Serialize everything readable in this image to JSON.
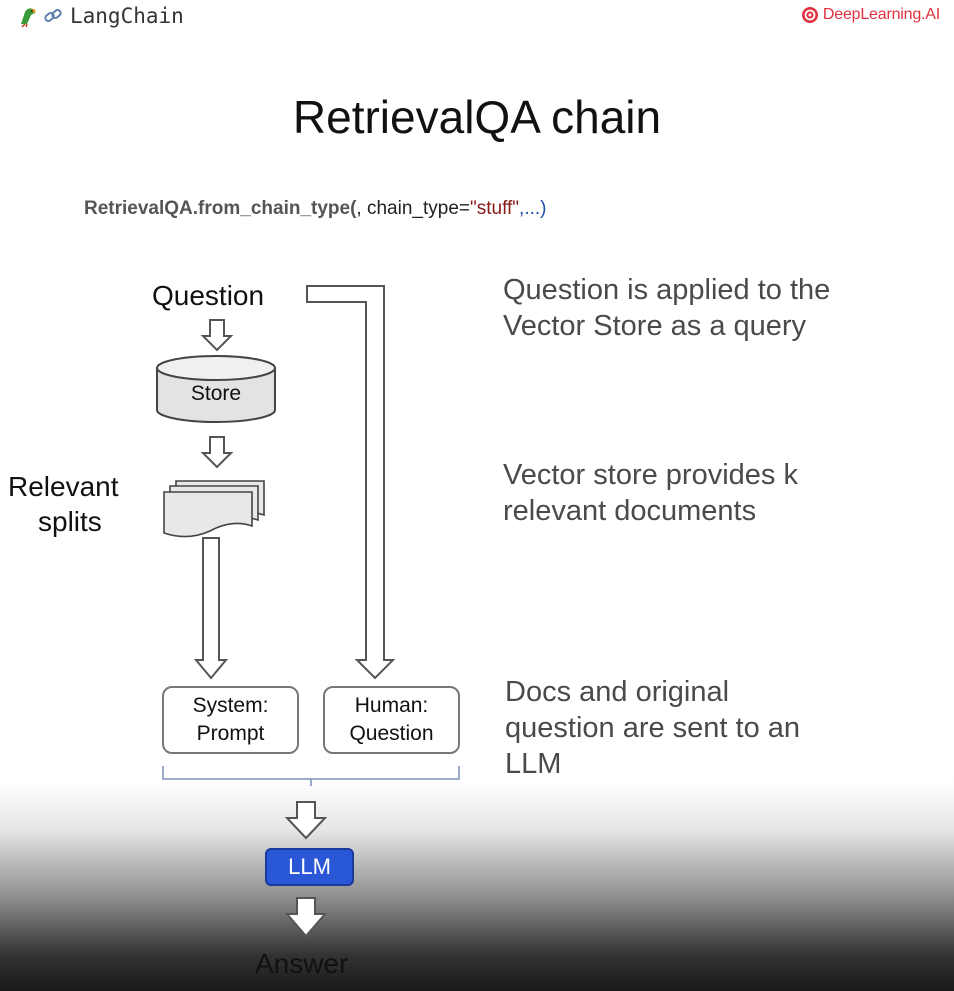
{
  "header": {
    "left_brand": "LangChain",
    "left_icons": [
      "parrot-icon",
      "link-icon"
    ],
    "right_brand": "DeepLearning.AI",
    "right_icon": "deeplearning-logo-icon",
    "right_brand_color": "#e0313f"
  },
  "title": "RetrievalQA chain",
  "code": {
    "function": "RetrievalQA.from_chain_type(",
    "args": ", chain_type=",
    "string": "\"stuff\"",
    "rest": ",...)",
    "string_color": "#8b1a1a",
    "dots_color": "#1f4fa8"
  },
  "diagram": {
    "question": "Question",
    "store": "Store",
    "relevant_splits_line1": "Relevant",
    "relevant_splits_line2": "splits",
    "system_prompt_line1": "System:",
    "system_prompt_line2": "Prompt",
    "human_question_line1": "Human:",
    "human_question_line2": "Question",
    "llm": "LLM",
    "answer": "Answer",
    "llm_color": "#2a57d6"
  },
  "descriptions": {
    "step1_line1": "Question is applied to the",
    "step1_line2": "Vector Store as a query",
    "step2_line1": "Vector store provides k",
    "step2_line2": "relevant documents",
    "step3_line1": "Docs and original",
    "step3_line2": "question are sent to an",
    "step3_line3": "LLM"
  }
}
